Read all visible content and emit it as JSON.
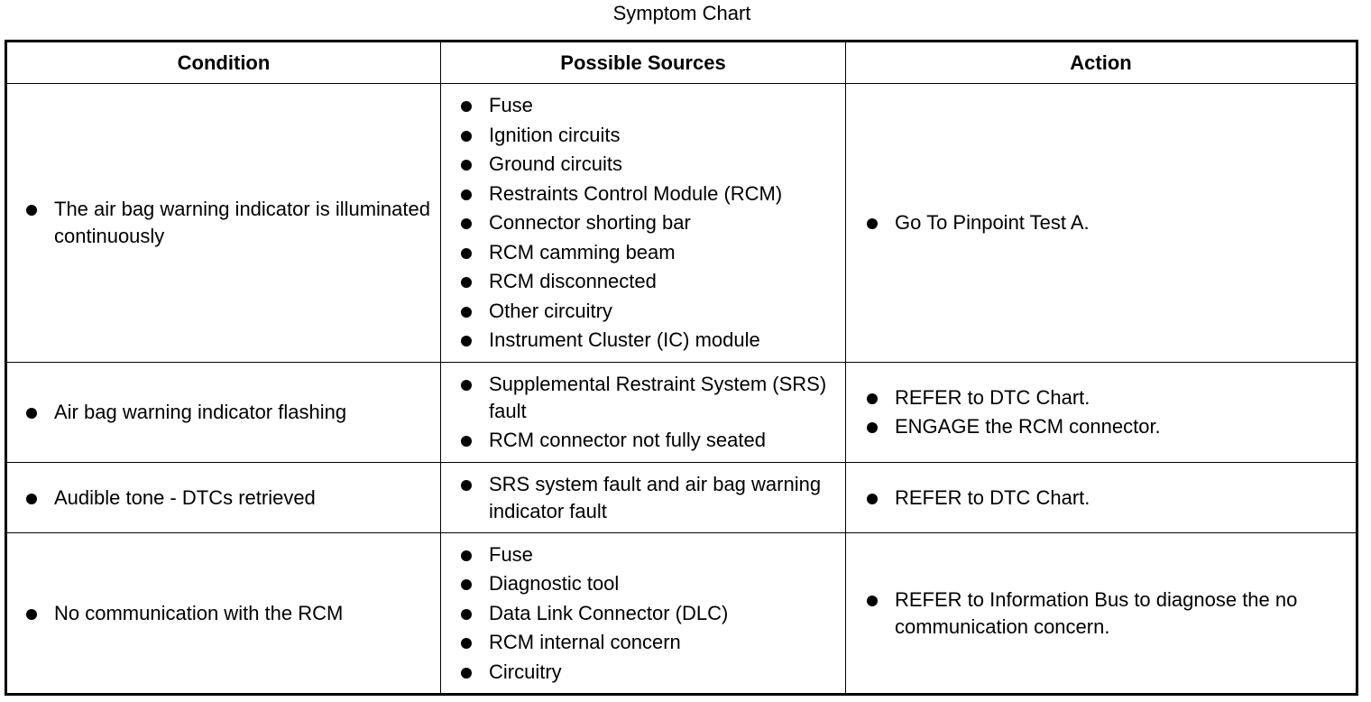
{
  "title": "Symptom Chart",
  "headers": {
    "condition": "Condition",
    "sources": "Possible Sources",
    "action": "Action"
  },
  "rows": [
    {
      "condition": "The air bag warning indicator is illuminated continuously",
      "sources": [
        "Fuse",
        "Ignition circuits",
        "Ground circuits",
        "Restraints Control Module (RCM)",
        "Connector shorting bar",
        "RCM camming beam",
        "RCM disconnected",
        "Other circuitry",
        "Instrument Cluster (IC) module"
      ],
      "actions": [
        "Go To Pinpoint Test A."
      ]
    },
    {
      "condition": "Air bag warning indicator flashing",
      "sources": [
        "Supplemental Restraint System (SRS) fault",
        "RCM connector not fully seated"
      ],
      "actions": [
        "REFER to DTC Chart.",
        "ENGAGE the RCM connector."
      ]
    },
    {
      "condition": "Audible tone - DTCs retrieved",
      "sources": [
        "SRS system fault and air bag warning indicator fault"
      ],
      "actions": [
        "REFER to DTC Chart."
      ]
    },
    {
      "condition": "No communication with the RCM",
      "sources": [
        "Fuse",
        "Diagnostic tool",
        "Data Link Connector (DLC)",
        "RCM internal concern",
        "Circuitry"
      ],
      "actions": [
        "REFER to Information Bus to diagnose the no communication concern."
      ]
    }
  ]
}
